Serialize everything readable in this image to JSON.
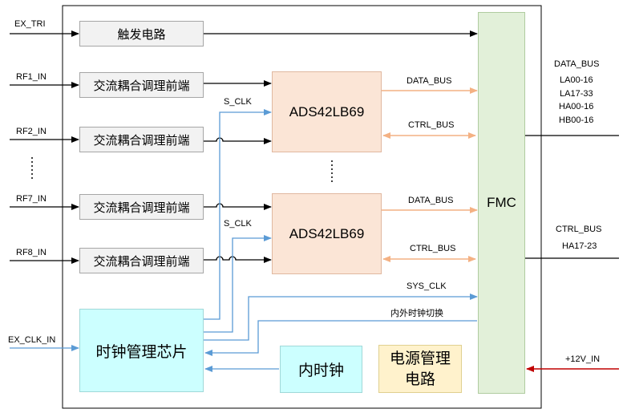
{
  "inputs": {
    "ex_tri": "EX_TRI",
    "rf1": "RF1_IN",
    "rf2": "RF2_IN",
    "rf7": "RF7_IN",
    "rf8": "RF8_IN",
    "ex_clk": "EX_CLK_IN",
    "power_in": "+12V_IN"
  },
  "blocks": {
    "trigger": "触发电路",
    "frontend": [
      "交流耦合调理前端",
      "交流耦合调理前端",
      "交流耦合调理前端",
      "交流耦合调理前端"
    ],
    "adc": [
      "ADS42LB69",
      "ADS42LB69"
    ],
    "fmc": "FMC",
    "clock_mgmt": "时钟管理芯片",
    "internal_clock": "内时钟",
    "power_mgmt": "电源管理\n电路"
  },
  "signals": {
    "s_clk_top": "S_CLK",
    "s_clk_bottom": "S_CLK",
    "data_bus_top": "DATA_BUS",
    "ctrl_bus_top": "CTRL_BUS",
    "data_bus_bottom": "DATA_BUS",
    "ctrl_bus_bottom": "CTRL_BUS",
    "sys_clk": "SYS_CLK",
    "clock_switch": "内外时钟切换"
  },
  "outputs": {
    "data_bus_title": "DATA_BUS",
    "data_bus_lines": [
      "LA00-16",
      "LA17-33",
      "HA00-16",
      "HB00-16"
    ],
    "ctrl_bus_title": "CTRL_BUS",
    "ctrl_bus_lines": [
      "HA17-23"
    ]
  },
  "colors": {
    "black_line": "#000000",
    "clock_line": "#5b9bd5",
    "bus_line": "#f4b183",
    "power_line": "#c00000"
  }
}
